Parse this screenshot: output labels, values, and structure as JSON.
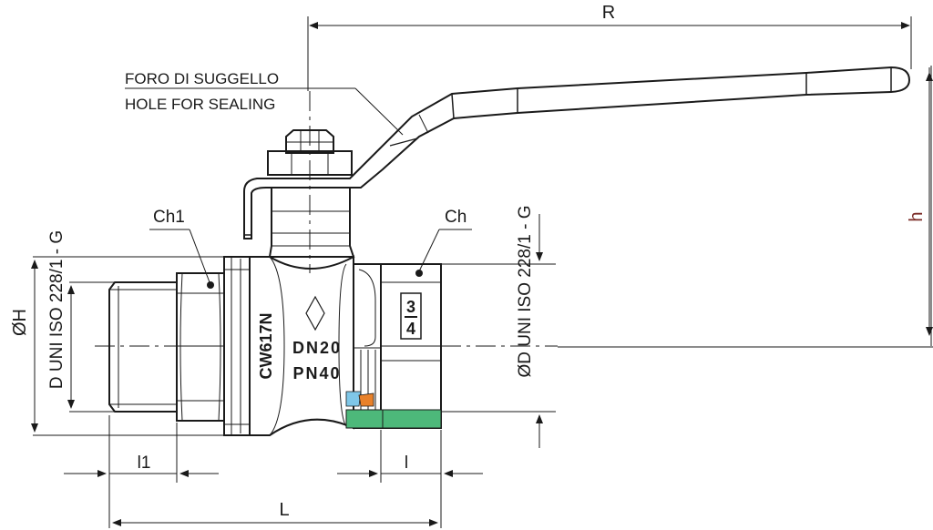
{
  "labels": {
    "r": "R",
    "h": "h",
    "l": "L",
    "l1": "l1",
    "l_small": "l",
    "ch1": "Ch1",
    "ch": "Ch",
    "oh": "ØH",
    "d_uni": "D UNI ISO 228/1 - G",
    "od_uni": "ØD UNI ISO 228/1 - G",
    "foro": "FORO DI SUGGELLO",
    "hole": "HOLE FOR SEALING",
    "dn": "DN20",
    "pn": "PN40",
    "cw": "CW617N",
    "frac_top": "3",
    "frac_bottom": "4"
  },
  "colors": {
    "line": "#1a1a1a",
    "h_label": "#7a2a25",
    "gasket": "#4db87a",
    "seal_orange": "#e8812a",
    "seal_blue": "#7fc7e8"
  }
}
